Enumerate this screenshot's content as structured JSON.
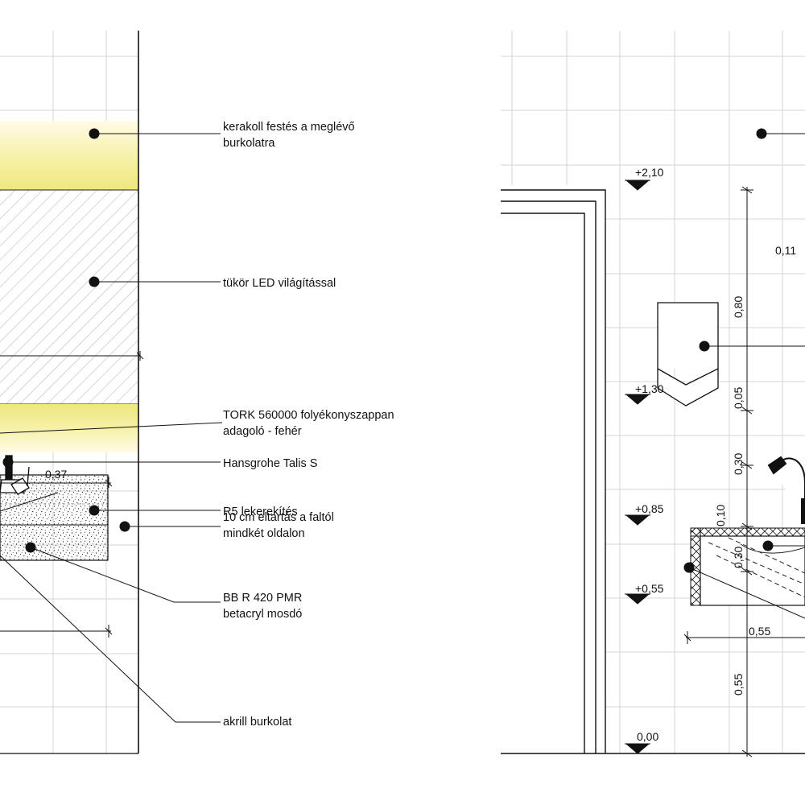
{
  "left_view": {
    "labels": [
      {
        "id": "paint",
        "lines": [
          "kerakoll festés a meglévő",
          "burkolatra"
        ]
      },
      {
        "id": "mirror",
        "lines": [
          "tükör LED világítással"
        ]
      },
      {
        "id": "soap",
        "lines": [
          "TORK 560000 folyékonyszappan",
          "adagoló - fehér"
        ]
      },
      {
        "id": "faucet",
        "lines": [
          "Hansgrohe Talis S"
        ]
      },
      {
        "id": "rounding",
        "lines": [
          "R5 lekerekítés"
        ]
      },
      {
        "id": "offset",
        "lines": [
          "10 cm eltartás a faltól",
          "mindkét oldalon"
        ]
      },
      {
        "id": "basin",
        "lines": [
          "BB R 420 PMR",
          "betacryl mosdó"
        ]
      },
      {
        "id": "cladding",
        "lines": [
          "akrill burkolat"
        ]
      }
    ],
    "dimension": "0,37"
  },
  "right_view": {
    "elevations": [
      "+2,10",
      "+1,30",
      "+0,85",
      "+0,55",
      "0,00"
    ],
    "dimensions": [
      "0,11",
      "0,80",
      "0,05",
      "0,30",
      "0,10",
      "0,30",
      "0,55",
      "0,55"
    ]
  },
  "colors": {
    "led_glow": "#f3ee9a",
    "line": "#111111",
    "grid": "#d4d4d4"
  }
}
